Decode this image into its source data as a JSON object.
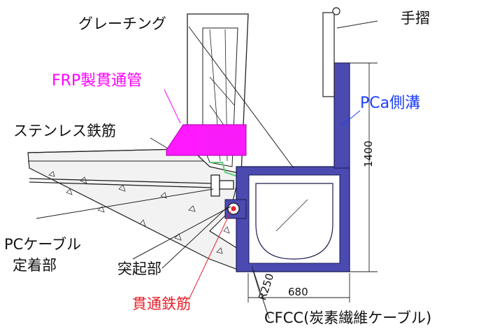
{
  "labels": {
    "handrail": "手摺",
    "grating": "グレーチング",
    "frp_pipe": "FRP製貫通管",
    "pca_gutter": "PCa側溝",
    "stainless_rebar": "ステンレス鉄筋",
    "pc_cable_anchor_line1": "PCケーブル",
    "pc_cable_anchor_line2": "定着部",
    "bump": "突起部",
    "through_rebar": "貫通鉄筋",
    "cfcc": "CFCC(炭素繊維ケーブル)"
  },
  "dimensions": {
    "height": "1400",
    "width": "680",
    "radius": "R250"
  },
  "colors": {
    "frp_label": "#ff00ff",
    "pca_label": "#1f3fff",
    "through_rebar_label": "#e8202a",
    "gutter_fill": "#4a4ab0",
    "frp_fill": "#ff19ff",
    "stainless_rebar_line": "#5fcf7a",
    "concrete_fill": "#f2f2f2"
  },
  "icons": [
    "hatch-pattern",
    "aggregate-triangles"
  ]
}
